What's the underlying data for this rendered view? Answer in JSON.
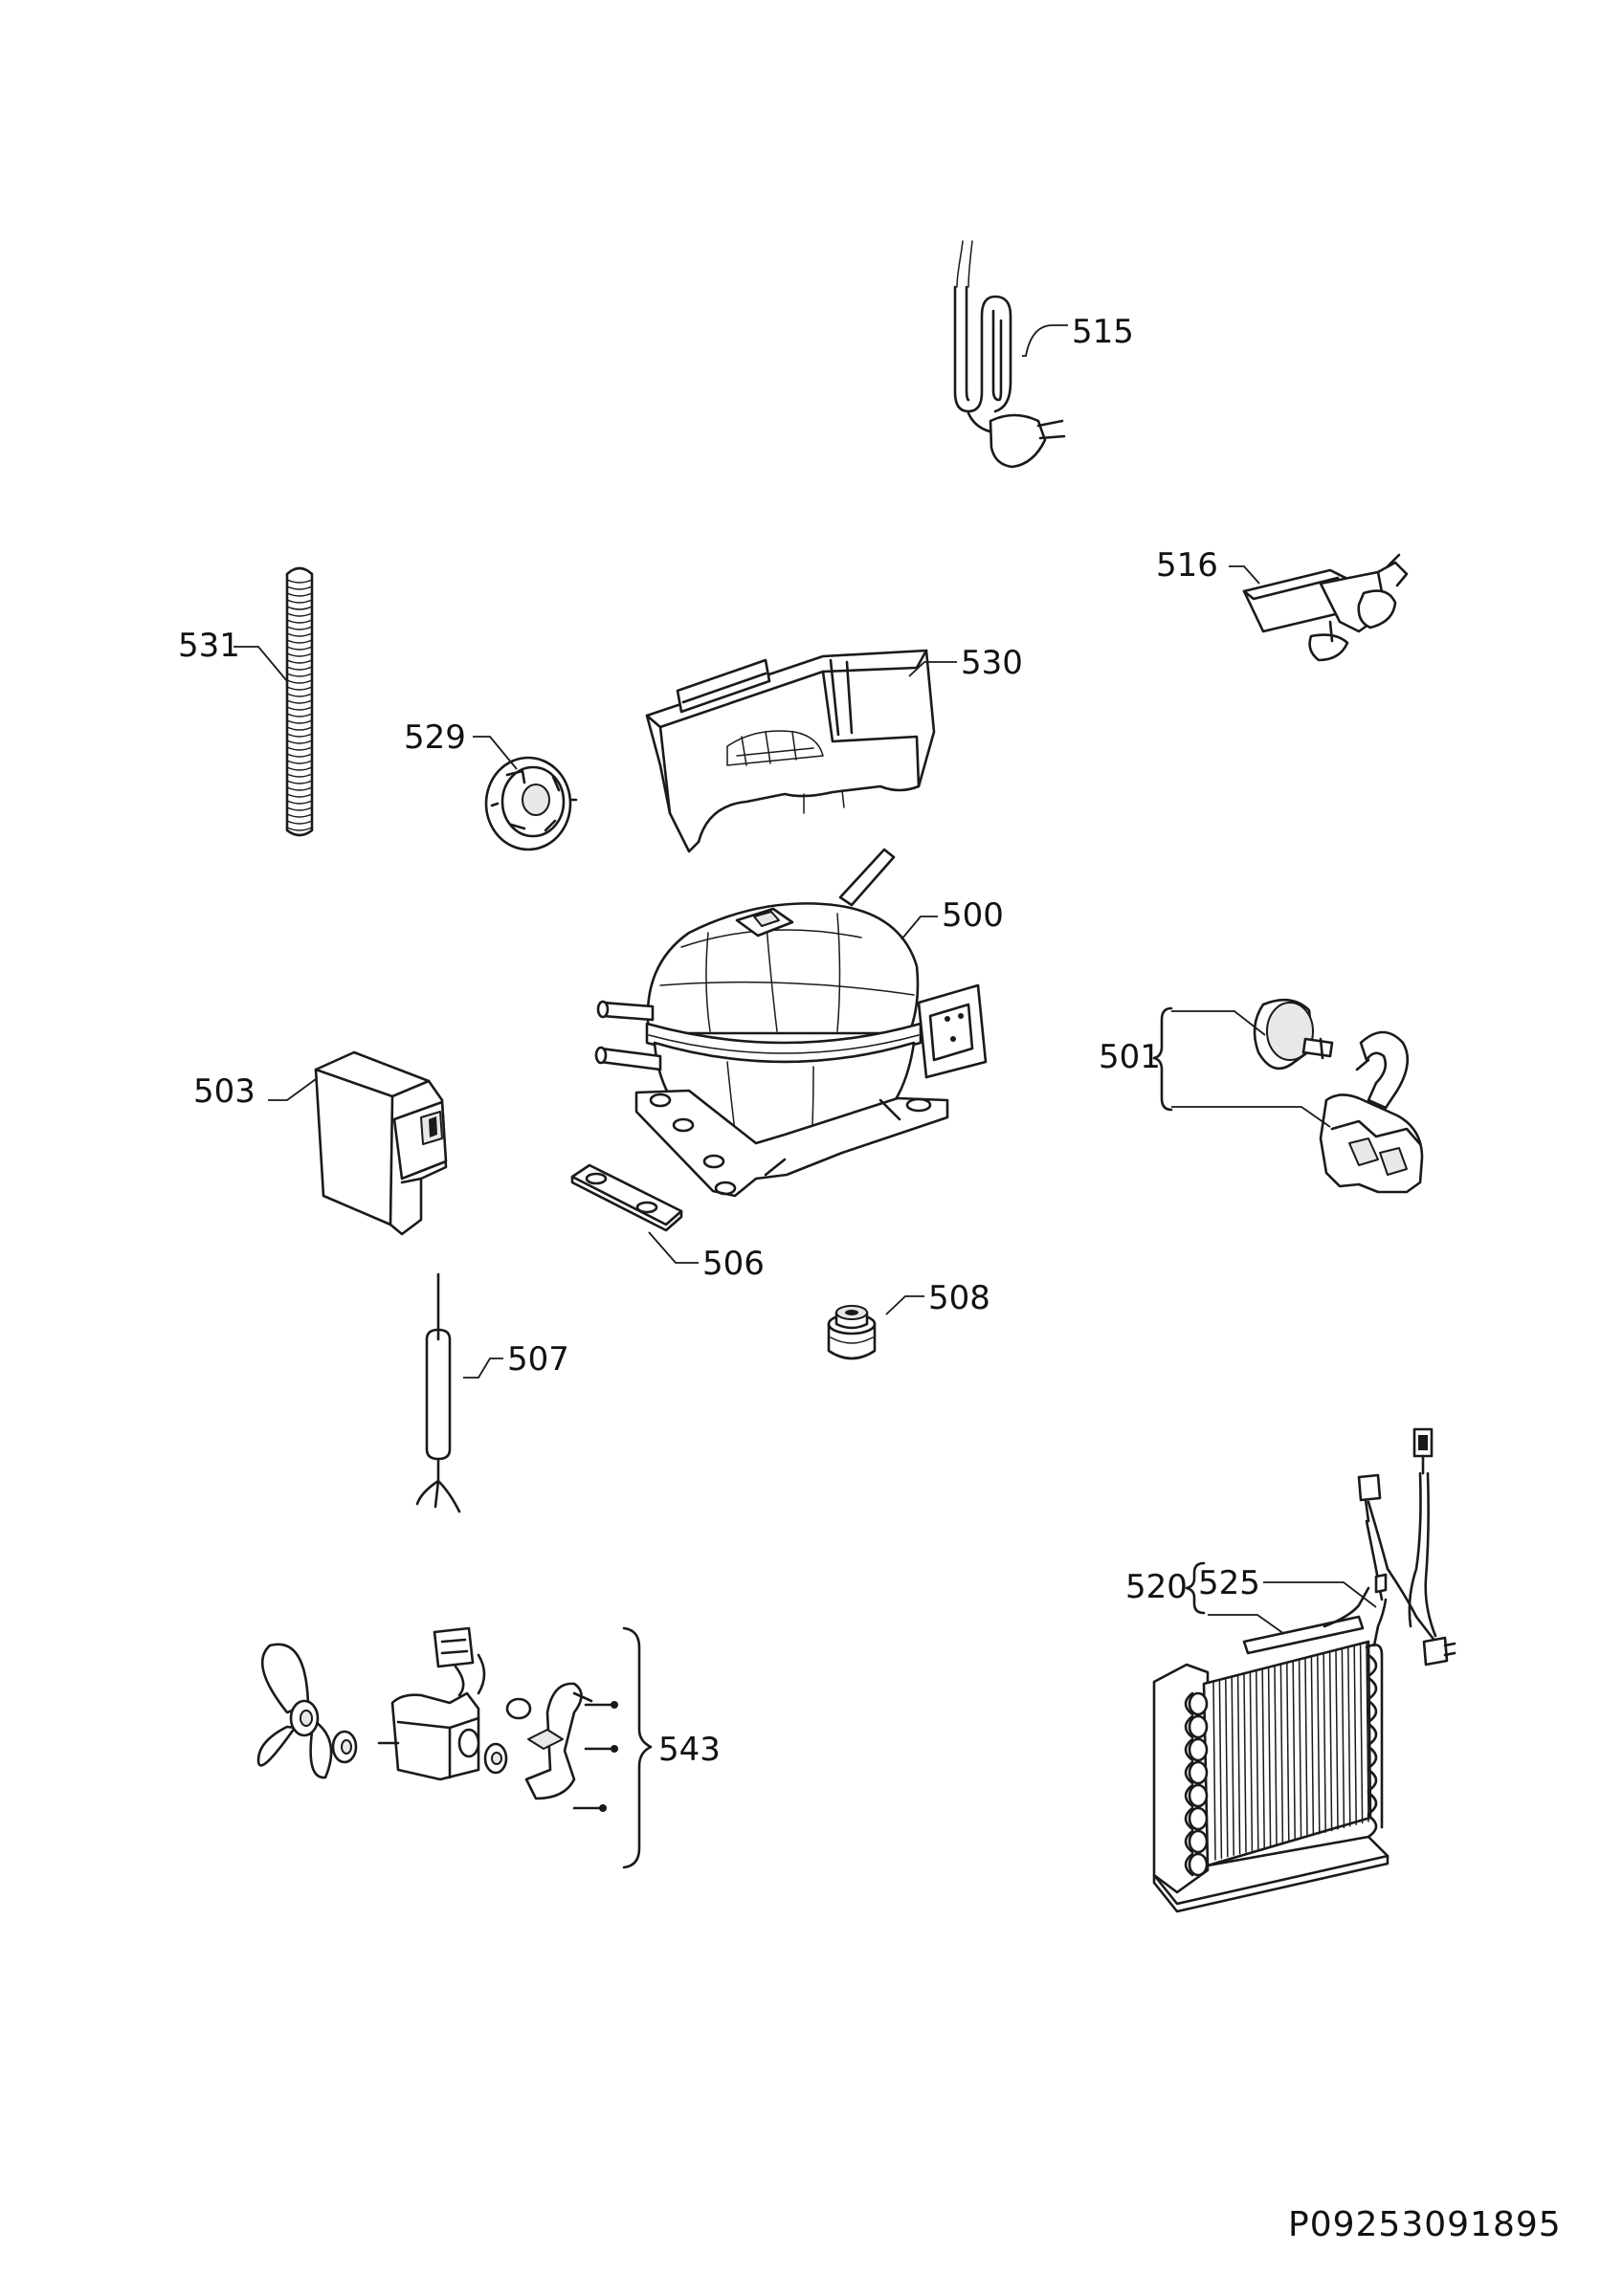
{
  "diagram_code": "P09253091895",
  "parts": [
    {
      "id": "515"
    },
    {
      "id": "516"
    },
    {
      "id": "531"
    },
    {
      "id": "530"
    },
    {
      "id": "529"
    },
    {
      "id": "500"
    },
    {
      "id": "501"
    },
    {
      "id": "503"
    },
    {
      "id": "506"
    },
    {
      "id": "508"
    },
    {
      "id": "507"
    },
    {
      "id": "520"
    },
    {
      "id": "525"
    },
    {
      "id": "543"
    }
  ]
}
